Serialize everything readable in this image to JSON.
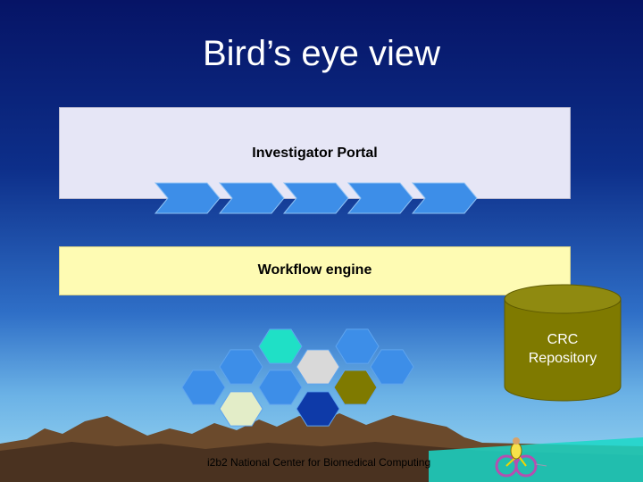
{
  "slide": {
    "title": "Bird’s eye view",
    "footer": "i2b2 National Center for Biomedical Computing"
  },
  "portal": {
    "label": "Investigator Portal",
    "chevron_count": 5,
    "chevron_color": "#3d8ee8"
  },
  "workflow": {
    "label": "Workflow engine"
  },
  "repository": {
    "line1": "CRC",
    "line2": "Repository",
    "color": "#7f7a00"
  },
  "cells": [
    {
      "color": "#1fe0c6"
    },
    {
      "color": "#3d8ee8"
    },
    {
      "color": "#3d8ee8"
    },
    {
      "color": "#d9d9d9"
    },
    {
      "color": "#3d8ee8"
    },
    {
      "color": "#3d8ee8"
    },
    {
      "color": "#3d8ee8"
    },
    {
      "color": "#3d8ee8"
    },
    {
      "color": "#3d8ee8"
    },
    {
      "color": "#7f7a00"
    },
    {
      "color": "#e3edc8"
    },
    {
      "color": "#0e3aa8"
    }
  ],
  "colors": {
    "background_top": "#061466",
    "background_bottom": "#9bd7f1",
    "portal_fill": "#e6e6f6",
    "workflow_fill": "#fefbb3",
    "mountains": "#6b4a2c"
  }
}
